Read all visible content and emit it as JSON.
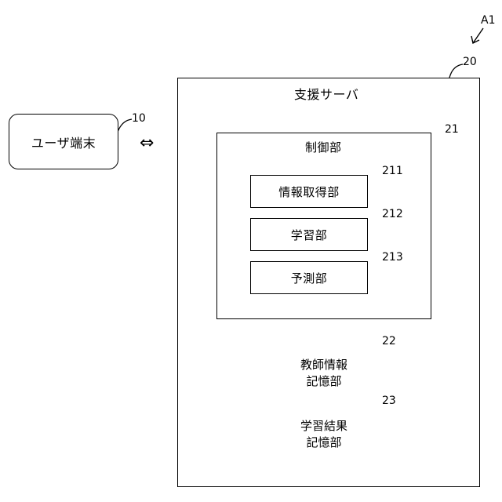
{
  "figure_label": "A1",
  "user_terminal": {
    "label": "ユーザ端末",
    "ref": "10"
  },
  "connection_symbol": "⇔",
  "server": {
    "label": "支援サーバ",
    "ref": "20"
  },
  "control_unit": {
    "label": "制御部",
    "ref": "21"
  },
  "info_acquisition": {
    "label": "情報取得部",
    "ref": "211"
  },
  "learning": {
    "label": "学習部",
    "ref": "212"
  },
  "prediction": {
    "label": "予測部",
    "ref": "213"
  },
  "teacher_storage": {
    "line1": "教師情報",
    "line2": "記憶部",
    "ref": "22"
  },
  "result_storage": {
    "line1": "学習結果",
    "line2": "記憶部",
    "ref": "23"
  }
}
